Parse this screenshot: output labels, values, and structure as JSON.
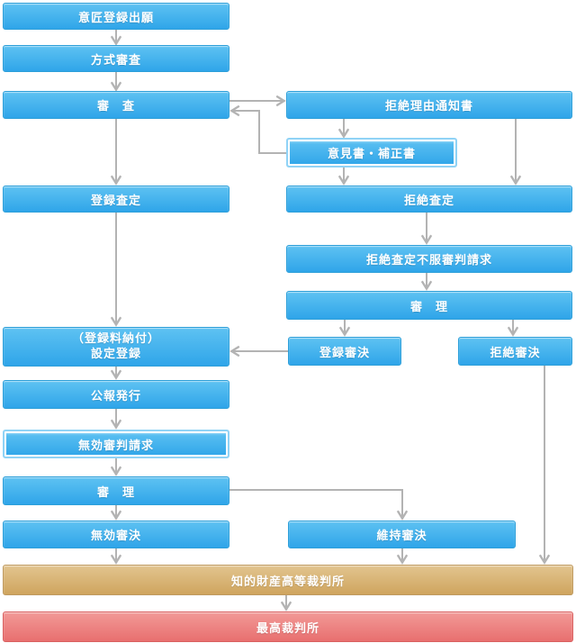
{
  "nodes": {
    "application": {
      "label": "意匠登録出願"
    },
    "formality": {
      "label": "方式審査"
    },
    "examination": {
      "label": "審　査"
    },
    "refusal_notice": {
      "label": "拒絶理由通知書"
    },
    "opinion": {
      "label": "意見書・補正書"
    },
    "registration_decision": {
      "label": "登録査定"
    },
    "refusal_decision": {
      "label": "拒絶査定"
    },
    "appeal": {
      "label": "拒絶査定不服審判請求"
    },
    "trial_appeal": {
      "label": "審　理"
    },
    "registration_trial": {
      "label": "登録審決"
    },
    "refusal_trial": {
      "label": "拒絶審決"
    },
    "setup_registration": {
      "line1": "（登録料納付）",
      "line2": "設定登録"
    },
    "gazette": {
      "label": "公報発行"
    },
    "invalidation_request": {
      "label": "無効審判請求"
    },
    "trial_invalidation": {
      "label": "審　理"
    },
    "invalidation_decision": {
      "label": "無効審決"
    },
    "maintenance_decision": {
      "label": "維持審決"
    },
    "ip_high_court": {
      "label": "知的財産高等裁判所"
    },
    "supreme_court": {
      "label": "最高裁判所"
    }
  },
  "edges": [
    {
      "from": "application",
      "to": "formality"
    },
    {
      "from": "formality",
      "to": "examination"
    },
    {
      "from": "examination",
      "to": "refusal_notice"
    },
    {
      "from": "opinion",
      "to": "examination"
    },
    {
      "from": "refusal_notice",
      "to": "opinion"
    },
    {
      "from": "opinion",
      "to": "refusal_decision"
    },
    {
      "from": "refusal_notice",
      "to": "refusal_decision"
    },
    {
      "from": "examination",
      "to": "registration_decision"
    },
    {
      "from": "refusal_decision",
      "to": "appeal"
    },
    {
      "from": "appeal",
      "to": "trial_appeal"
    },
    {
      "from": "trial_appeal",
      "to": "registration_trial"
    },
    {
      "from": "trial_appeal",
      "to": "refusal_trial"
    },
    {
      "from": "registration_trial",
      "to": "setup_registration"
    },
    {
      "from": "registration_decision",
      "to": "setup_registration"
    },
    {
      "from": "setup_registration",
      "to": "gazette"
    },
    {
      "from": "gazette",
      "to": "invalidation_request"
    },
    {
      "from": "invalidation_request",
      "to": "trial_invalidation"
    },
    {
      "from": "trial_invalidation",
      "to": "invalidation_decision"
    },
    {
      "from": "trial_invalidation",
      "to": "maintenance_decision"
    },
    {
      "from": "invalidation_decision",
      "to": "ip_high_court"
    },
    {
      "from": "maintenance_decision",
      "to": "ip_high_court"
    },
    {
      "from": "refusal_trial",
      "to": "ip_high_court"
    },
    {
      "from": "ip_high_court",
      "to": "supreme_court"
    }
  ],
  "colors": {
    "box_blue_top": "#5ec2f2",
    "box_blue_bottom": "#2fa5e9",
    "box_blue_border": "#2d9fd9",
    "double_border": "#90d3f6",
    "court_high_top": "#e2c48f",
    "court_high_bottom": "#cfa55e",
    "court_high_border": "#bf9a60",
    "supreme_top": "#f29a97",
    "supreme_bottom": "#e86f6f",
    "supreme_border": "#d96060",
    "arrow": "#b3b3b3"
  }
}
